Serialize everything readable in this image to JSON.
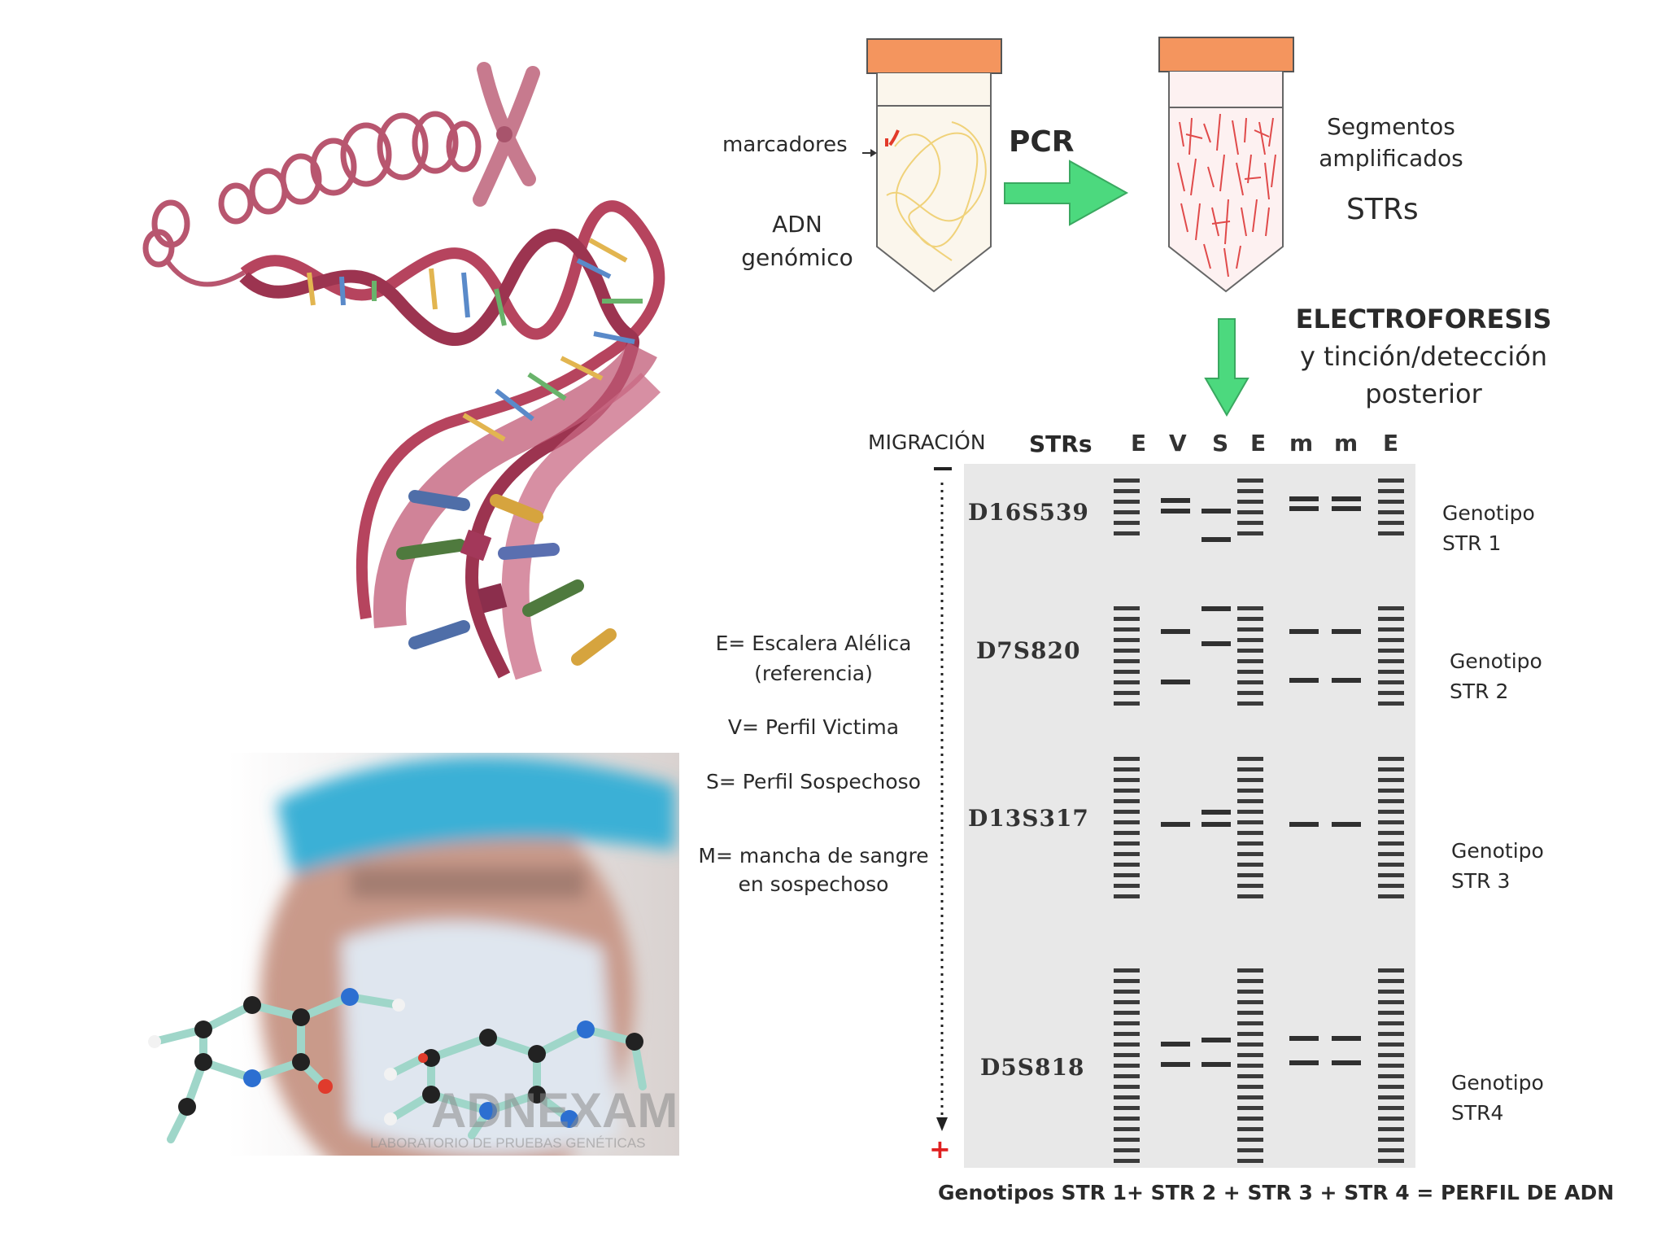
{
  "pcr": {
    "marcadores": "marcadores",
    "adn_line1": "ADN",
    "adn_line2": "genómico",
    "pcr_label": "PCR",
    "segmentos_line1": "Segmentos",
    "segmentos_line2": "amplificados",
    "strs": "STRs"
  },
  "electro": {
    "title": "ELECTROFORESIS",
    "line2": "y tinción/detección",
    "line3": "posterior"
  },
  "legend": {
    "e_line1": "E= Escalera Alélica",
    "e_line2": "(referencia)",
    "v": "V= Perfil Victima",
    "s": "S= Perfil Sospechoso",
    "m_line1": "M= mancha de sangre",
    "m_line2": "en sospechoso"
  },
  "gel": {
    "migracion": "MIGRACIÓN",
    "strs_header": "STRs",
    "lanes": [
      "E",
      "V",
      "S",
      "E",
      "m",
      "m",
      "E"
    ],
    "minus": "—",
    "plus": "+",
    "loci": [
      "D16S539",
      "D7S820",
      "D13S317",
      "D5S818"
    ],
    "genotipos": [
      [
        "Genotipo",
        "STR 1"
      ],
      [
        "Genotipo",
        "STR 2"
      ],
      [
        "Genotipo",
        "STR 3"
      ],
      [
        "Genotipo",
        "STR4"
      ]
    ],
    "footer": "Genotipos STR 1+ STR 2 + STR 3 + STR 4 = PERFIL DE ADN"
  },
  "photo": {
    "watermark": "ADNEXAMEN",
    "watermark_sub": "LABORATORIO DE PRUEBAS GENÉTICAS"
  },
  "colors": {
    "tube_cap": "#f4955e",
    "arrow_green": "#4cd97e",
    "strand_pink": "#b6445e",
    "band": "#1c1c1c"
  }
}
